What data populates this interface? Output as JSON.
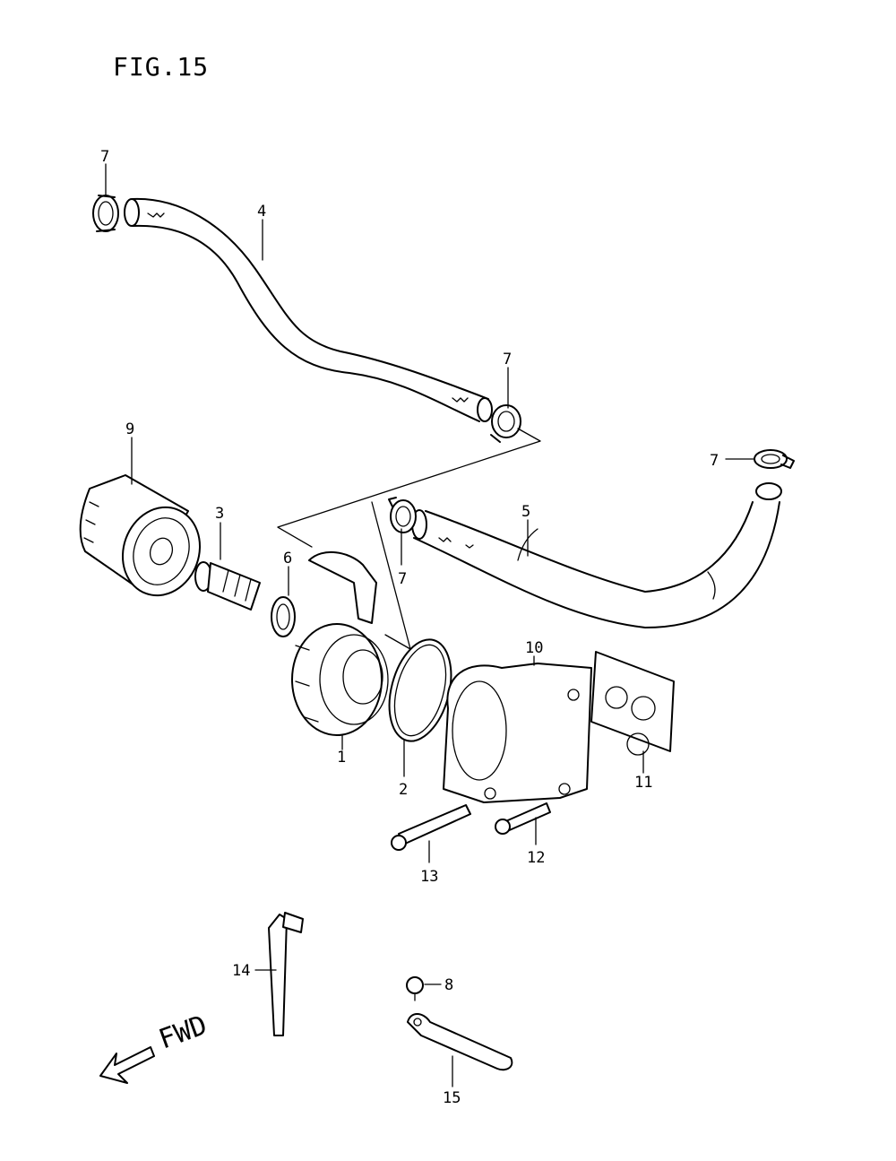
{
  "figure": {
    "title": "FIG.15"
  },
  "direction": {
    "label": "FWD"
  },
  "callouts": {
    "c1": "1",
    "c2": "2",
    "c3": "3",
    "c4": "4",
    "c5": "5",
    "c6": "6",
    "c7a": "7",
    "c7b": "7",
    "c7c": "7",
    "c7d": "7",
    "c8": "8",
    "c9": "9",
    "c10": "10",
    "c11": "11",
    "c12": "12",
    "c13": "13",
    "c14": "14",
    "c15": "15"
  }
}
